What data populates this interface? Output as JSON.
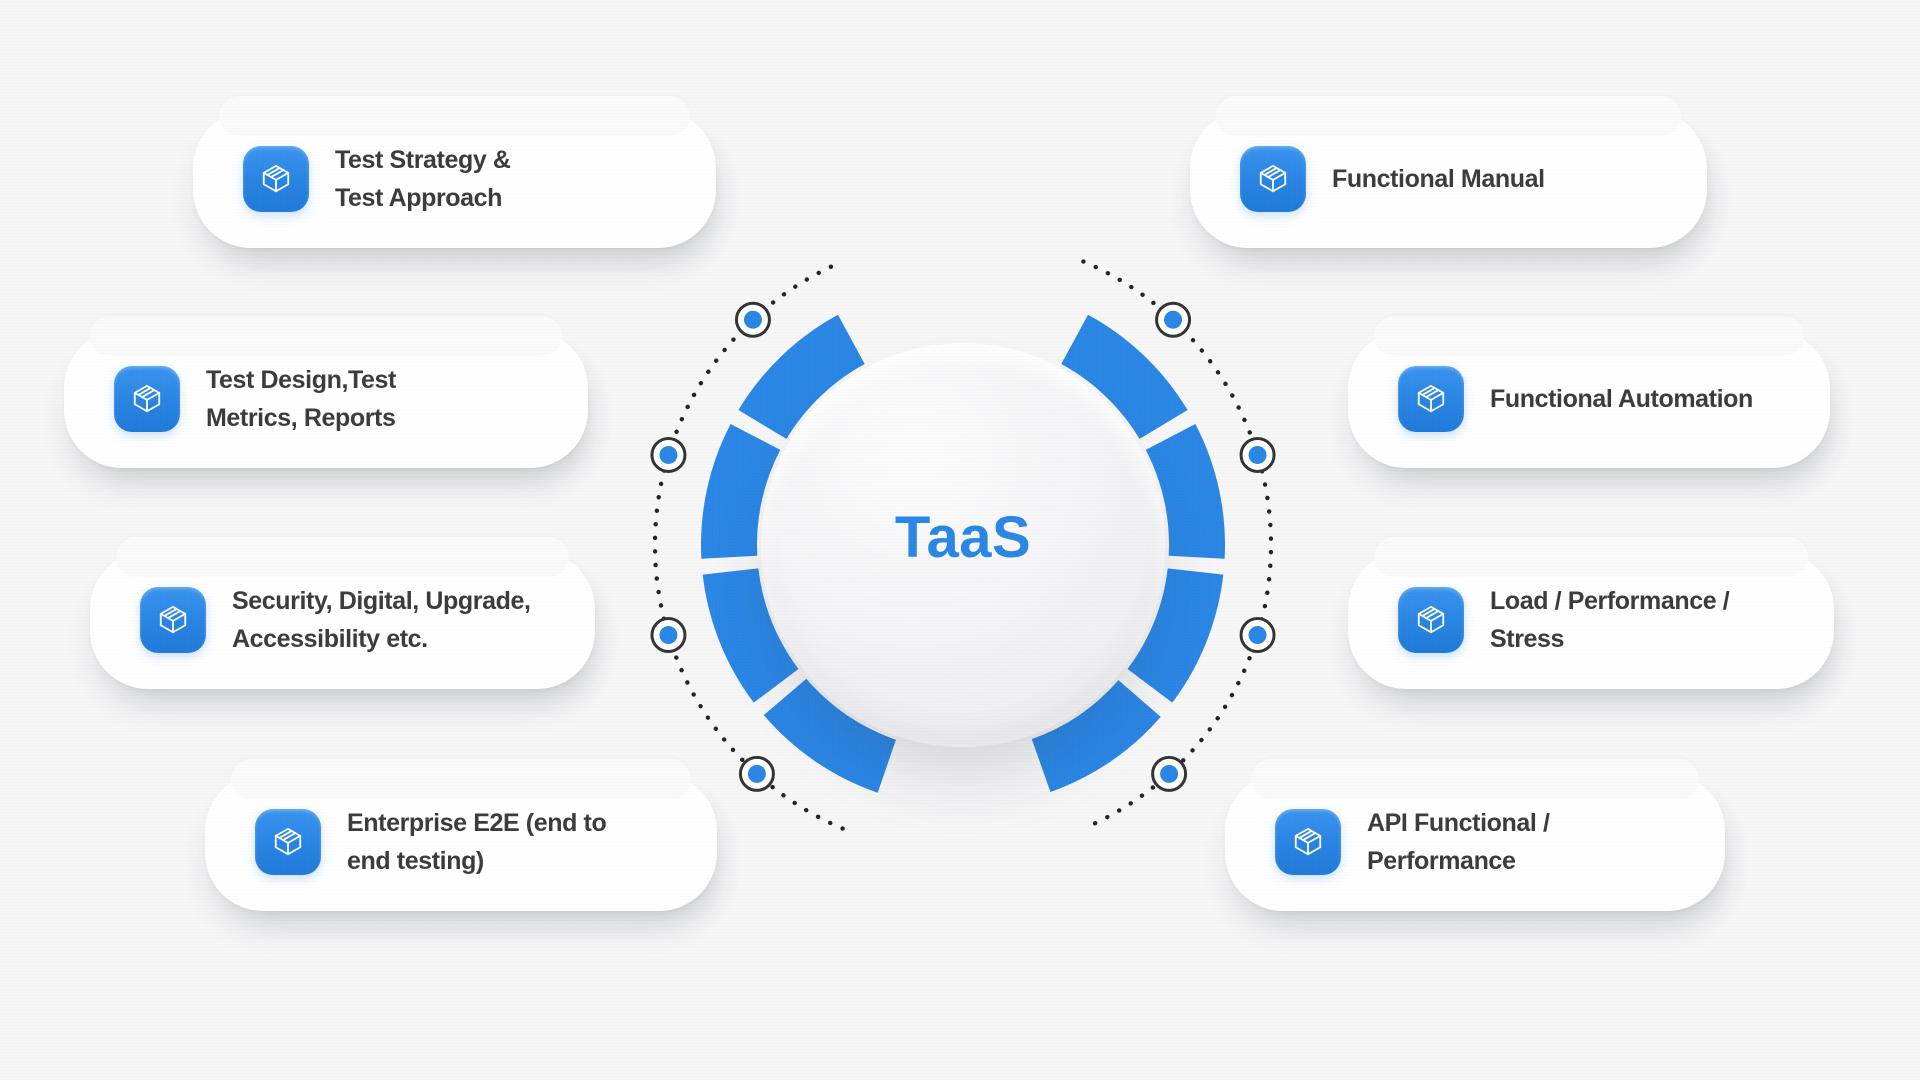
{
  "center": {
    "label": "TaaS"
  },
  "colors": {
    "accent": "#2A86E5",
    "text": "#3B3B3B",
    "background": "#F6F6F7",
    "card": "#FFFFFF",
    "dot": "#232323",
    "node_ring": "#333333"
  },
  "cards": {
    "left": [
      {
        "icon": "package-icon",
        "lines": [
          "Test Strategy &",
          "Test Approach"
        ]
      },
      {
        "icon": "package-icon",
        "lines": [
          "Test Design,Test",
          "Metrics, Reports"
        ]
      },
      {
        "icon": "package-icon",
        "lines": [
          "Security, Digital, Upgrade,",
          "Accessibility etc."
        ]
      },
      {
        "icon": "package-icon",
        "lines": [
          "Enterprise E2E (end to",
          "end testing)"
        ]
      }
    ],
    "right": [
      {
        "icon": "package-icon",
        "lines": [
          "Functional Manual"
        ]
      },
      {
        "icon": "package-icon",
        "lines": [
          "Functional Automation"
        ]
      },
      {
        "icon": "package-icon",
        "lines": [
          "Load / Performance /",
          "Stress"
        ]
      },
      {
        "icon": "package-icon",
        "lines": [
          "API Functional /",
          "Performance"
        ]
      }
    ]
  }
}
